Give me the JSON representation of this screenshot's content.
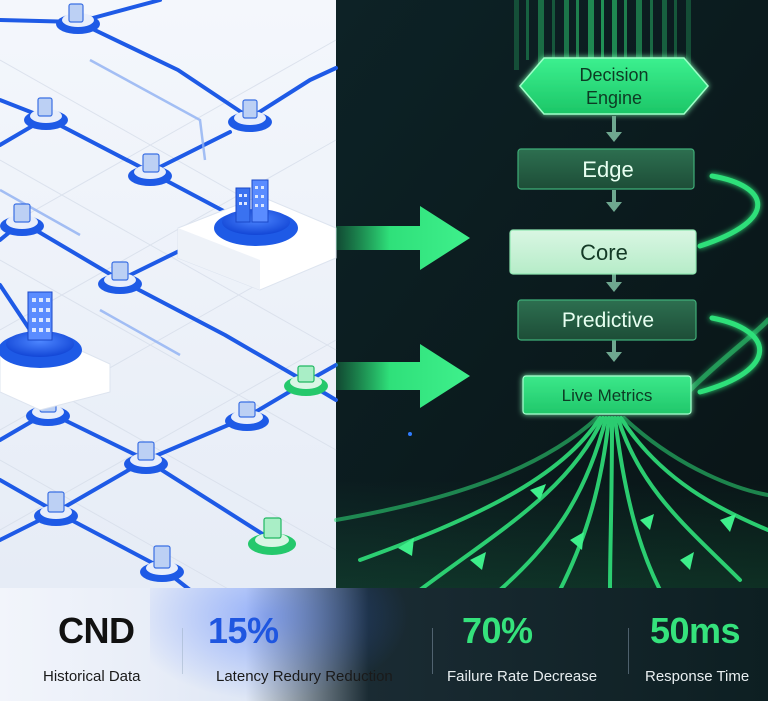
{
  "flow": {
    "engine": {
      "line1": "Decision",
      "line2": "Engine"
    },
    "stages": [
      "Edge",
      "Core",
      "Predictive",
      "Live Metrics"
    ]
  },
  "stats": [
    {
      "value": "CND",
      "label": "Historical Data"
    },
    {
      "value": "15%",
      "label": "Latency Redury Reduction"
    },
    {
      "value": "70%",
      "label": "Failure Rate Decrease"
    },
    {
      "value": "50ms",
      "label": "Response Time"
    }
  ],
  "colors": {
    "network_blue": "#1e5ae6",
    "accent_green": "#2fe07a",
    "dark_bg": "#0b1a1e",
    "stat_dark": "#111111",
    "stat_blue": "#1f56e0",
    "stat_green": "#35e27c"
  },
  "icons": [
    "building-icon",
    "document-icon",
    "server-icon",
    "arrow-right-icon",
    "arrow-down-icon"
  ]
}
